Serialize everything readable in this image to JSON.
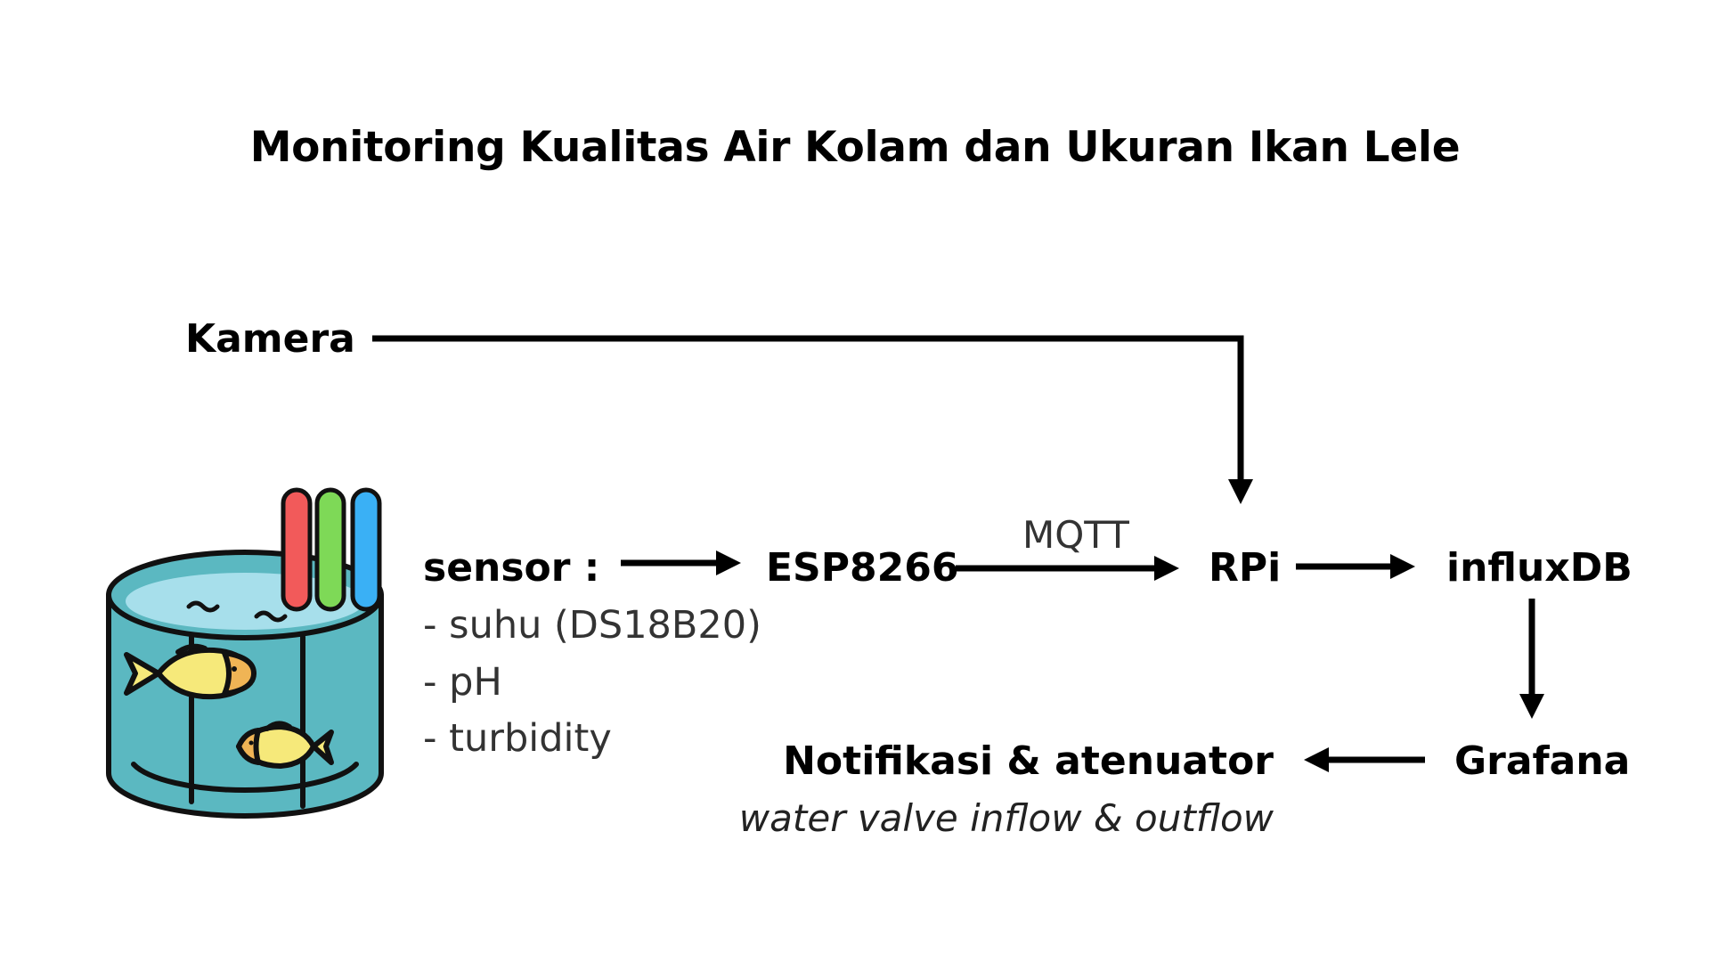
{
  "title": "Monitoring  Kualitas Air Kolam dan Ukuran Ikan Lele",
  "nodes": {
    "kamera": "Kamera",
    "sensor_heading": "sensor :",
    "sensor_items": [
      "- suhu (DS18B20)",
      "- pH",
      "- turbidity"
    ],
    "esp": "ESP8266",
    "rpi": "RPi",
    "influx": "influxDB",
    "grafana": "Grafana",
    "notifikasi": "Notifikasi & atenuator",
    "notifikasi_sub": "water valve inflow & outflow"
  },
  "edges": {
    "esp_to_rpi_label": "MQTT"
  },
  "colors": {
    "water": "#5bb8c1",
    "water_surface": "#a7dfeb",
    "probe_red": "#f25a5a",
    "probe_green": "#7ed957",
    "probe_blue": "#3ab0f5",
    "fish_body": "#f6e97a",
    "fish_fin": "#f0b455"
  },
  "icons": [
    "fish-pond-icon",
    "sensor-probes-icon",
    "fish-icon"
  ]
}
